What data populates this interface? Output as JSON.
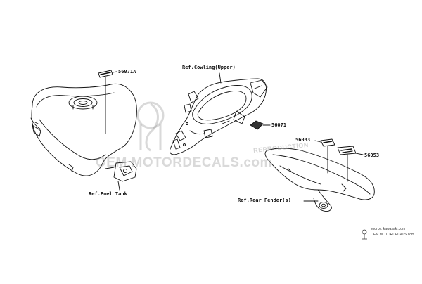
{
  "parts": {
    "tank_emblem": "56071A",
    "cowling_decal": "56071",
    "fender_decal_left": "56033",
    "fender_decal_right": "56053"
  },
  "references": {
    "fuel_tank": "Ref.Fuel Tank",
    "cowling_upper": "Ref.Cowling(Upper)",
    "rear_fender": "Ref.Rear Fender(s)"
  },
  "watermark": {
    "main": "OEM MOTORDECALS.com",
    "stamp": "REPRODUCTION"
  },
  "source_credit": {
    "line1": "source: kawasaki.com",
    "line2": "OEM MOTORDECALS.com"
  },
  "colors": {
    "line": "#111111",
    "watermark": "#9a9a9a"
  }
}
